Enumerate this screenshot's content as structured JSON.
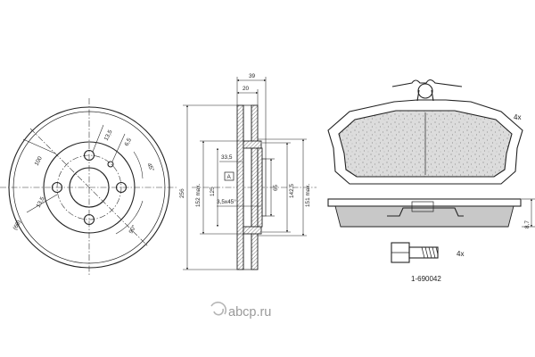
{
  "disc_front": {
    "dia_100": "100",
    "dia_60": "(60)",
    "dia_13_5_left": "13,5",
    "dia_13_5_top": "13,5",
    "dia_6_5": "6,5",
    "angle_45": "45°",
    "angle_90": "90°"
  },
  "disc_section": {
    "width_39": "39",
    "width_20": "20",
    "dia_256": "256",
    "dia_152_max": "152 max.",
    "dia_125": "125",
    "dia_65": "65",
    "dia_142_5": "142,5",
    "dia_151_max": "151 max.",
    "dim_33_5": "33,5",
    "chamfer": "3,5x45°",
    "datum_a": "A"
  },
  "pads": {
    "qty_pads": "4x",
    "thickness": "8,7"
  },
  "bolt": {
    "qty": "4x",
    "part_number": "1-690042"
  },
  "watermark": {
    "site": "abcp.ru"
  }
}
